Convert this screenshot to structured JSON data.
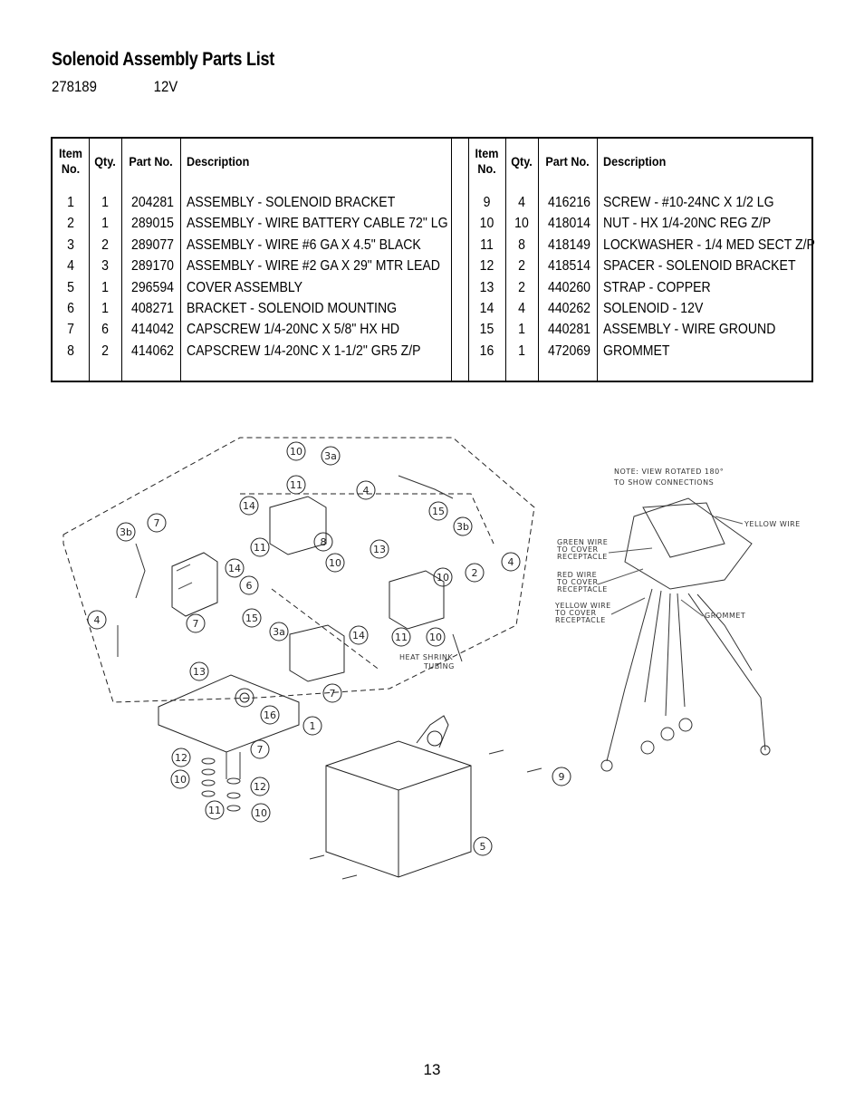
{
  "page": {
    "title": "Solenoid Assembly Parts List",
    "model_number": "278189",
    "voltage": "12V",
    "page_number": "13"
  },
  "table": {
    "headers": {
      "item_line1": "Item",
      "item_line2": "No.",
      "qty": "Qty.",
      "part_no": "Part No.",
      "description": "Description"
    },
    "left_rows": [
      {
        "item": "1",
        "qty": "1",
        "part": "204281",
        "desc": "ASSEMBLY - SOLENOID BRACKET"
      },
      {
        "item": "2",
        "qty": "1",
        "part": "289015",
        "desc": "ASSEMBLY - WIRE BATTERY CABLE 72\" LG"
      },
      {
        "item": "3",
        "qty": "2",
        "part": "289077",
        "desc": "ASSEMBLY - WIRE #6 GA X 4.5\" BLACK"
      },
      {
        "item": "4",
        "qty": "3",
        "part": "289170",
        "desc": "ASSEMBLY - WIRE #2 GA X 29\" MTR LEAD"
      },
      {
        "item": "5",
        "qty": "1",
        "part": "296594",
        "desc": "COVER ASSEMBLY"
      },
      {
        "item": "6",
        "qty": "1",
        "part": "408271",
        "desc": "BRACKET - SOLENOID MOUNTING"
      },
      {
        "item": "7",
        "qty": "6",
        "part": "414042",
        "desc": "CAPSCREW 1/4-20NC X 5/8\" HX HD"
      },
      {
        "item": "8",
        "qty": "2",
        "part": "414062",
        "desc": "CAPSCREW 1/4-20NC X 1-1/2\" GR5 Z/P"
      }
    ],
    "right_rows": [
      {
        "item": "9",
        "qty": "4",
        "part": "416216",
        "desc": "SCREW - #10-24NC X 1/2 LG"
      },
      {
        "item": "10",
        "qty": "10",
        "part": "418014",
        "desc": "NUT - HX 1/4-20NC REG Z/P"
      },
      {
        "item": "11",
        "qty": "8",
        "part": "418149",
        "desc": "LOCKWASHER - 1/4 MED SECT Z/P"
      },
      {
        "item": "12",
        "qty": "2",
        "part": "418514",
        "desc": "SPACER - SOLENOID BRACKET"
      },
      {
        "item": "13",
        "qty": "2",
        "part": "440260",
        "desc": "STRAP - COPPER"
      },
      {
        "item": "14",
        "qty": "4",
        "part": "440262",
        "desc": "SOLENOID - 12V"
      },
      {
        "item": "15",
        "qty": "1",
        "part": "440281",
        "desc": "ASSEMBLY - WIRE GROUND"
      },
      {
        "item": "16",
        "qty": "1",
        "part": "472069",
        "desc": "GROMMET"
      }
    ]
  },
  "diagram": {
    "callouts": [
      "10",
      "3a",
      "11",
      "4",
      "14",
      "15",
      "7",
      "3b",
      "8",
      "13",
      "10",
      "11",
      "3b",
      "4",
      "14",
      "6",
      "2",
      "10",
      "4",
      "7",
      "15",
      "3a",
      "14",
      "11",
      "10",
      "13",
      "7",
      "16",
      "1",
      "12",
      "7",
      "10",
      "12",
      "11",
      "10",
      "9",
      "5"
    ],
    "notes": {
      "rotated_line1": "NOTE: VIEW ROTATED 180°",
      "rotated_line2": "TO SHOW CONNECTIONS",
      "yellow_wire": "YELLOW WIRE",
      "green_line1": "GREEN WIRE",
      "green_line2": "TO COVER",
      "green_line3": "RECEPTACLE",
      "red_line1": "RED WIRE",
      "red_line2": "TO COVER",
      "red_line3": "RECEPTACLE",
      "yellow_line1": "YELLOW WIRE",
      "yellow_line2": "TO COVER",
      "yellow_line3": "RECEPTACLE",
      "grommet": "GROMMET",
      "heat_line1": "HEAT SHRINK",
      "heat_line2": "TUBING"
    }
  }
}
